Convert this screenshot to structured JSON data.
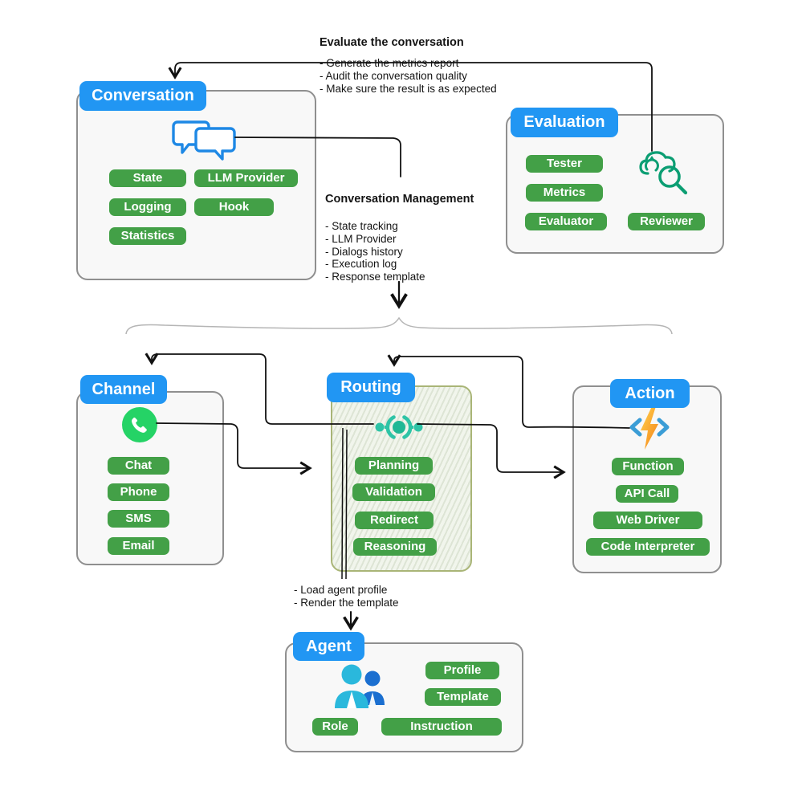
{
  "annotations": {
    "evaluate": {
      "title": "Evaluate the conversation",
      "lines": [
        "- Generate the metrics report",
        "- Audit the conversation quality",
        "- Make sure the result is as expected"
      ]
    },
    "management": {
      "title": "Conversation Management",
      "lines": [
        "- State tracking",
        "- LLM Provider",
        "- Dialogs history",
        "- Execution log",
        "- Response template"
      ]
    },
    "agent": {
      "lines": [
        "- Load agent profile",
        "- Render the template"
      ]
    }
  },
  "boxes": {
    "conversation": {
      "title": "Conversation",
      "icon": "chat-bubbles-icon",
      "pills": [
        "State",
        "LLM Provider",
        "Logging",
        "Hook",
        "Statistics"
      ]
    },
    "evaluation": {
      "title": "Evaluation",
      "icon": "cloud-search-icon",
      "pills": [
        "Tester",
        "Metrics",
        "Evaluator",
        "Reviewer"
      ]
    },
    "channel": {
      "title": "Channel",
      "icon": "whatsapp-icon",
      "pills": [
        "Chat",
        "Phone",
        "SMS",
        "Email"
      ]
    },
    "routing": {
      "title": "Routing",
      "icon": "routing-hub-icon",
      "pills": [
        "Planning",
        "Validation",
        "Redirect",
        "Reasoning"
      ]
    },
    "action": {
      "title": "Action",
      "icon": "lightning-code-icon",
      "pills": [
        "Function",
        "API Call",
        "Web Driver",
        "Code Interpreter"
      ]
    },
    "agent": {
      "title": "Agent",
      "icon": "people-icon",
      "pills": [
        "Profile",
        "Template",
        "Role",
        "Instruction"
      ]
    }
  },
  "colors": {
    "header_blue": "#2196F3",
    "pill_green": "#43A047",
    "routing_teal": "#2EC4A6",
    "whatsapp_green": "#25D366",
    "evaluation_icon_green": "#0C9E73",
    "agent_icon_cyan": "#2AB8DC",
    "agent_icon_blue": "#1B6FD0",
    "bolt_orange": "#F9A825",
    "bracket_blue": "#3B9DD6",
    "connector_black": "#111111",
    "brace_gray": "#B5B5B5"
  }
}
